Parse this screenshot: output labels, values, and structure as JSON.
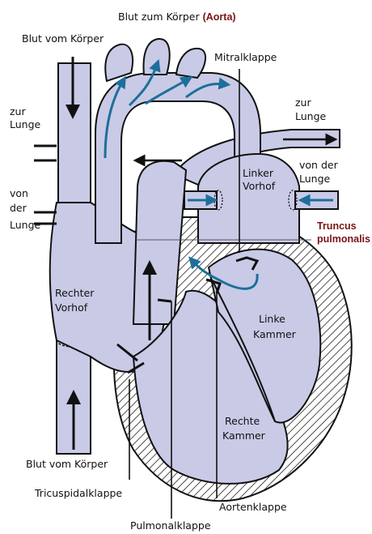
{
  "colors": {
    "chamber_fill": "#c9cae6",
    "outline": "#111111",
    "flow_arrow": "#1d6f9a",
    "annotation_red": "#7a1416",
    "hatch": "#222222"
  },
  "labels": {
    "blood_to_body_prefix": "Blut zum Körper",
    "aorta": "(Aorta)",
    "blood_from_body_top": "Blut vom Körper",
    "mitral_valve": "Mitralklappe",
    "to_lung_left_1": "zur",
    "to_lung_left_2": "Lunge",
    "to_lung_right_1": "zur",
    "to_lung_right_2": "Lunge",
    "from_lung_left_1": "von",
    "from_lung_left_2": "der",
    "from_lung_left_3": "Lunge",
    "from_lung_right_1": "von der",
    "from_lung_right_2": "Lunge",
    "left_atrium_1": "Linker",
    "left_atrium_2": "Vorhof",
    "truncus_1": "Truncus",
    "truncus_2": "pulmonalis",
    "right_atrium_1": "Rechter",
    "right_atrium_2": "Vorhof",
    "left_ventricle_1": "Linke",
    "left_ventricle_2": "Kammer",
    "right_ventricle_1": "Rechte",
    "right_ventricle_2": "Kammer",
    "blood_from_body_bottom": "Blut vom Körper",
    "tricuspid_valve": "Tricuspidalklappe",
    "aortic_valve": "Aortenklappe",
    "pulmonary_valve": "Pulmonalklappe"
  }
}
